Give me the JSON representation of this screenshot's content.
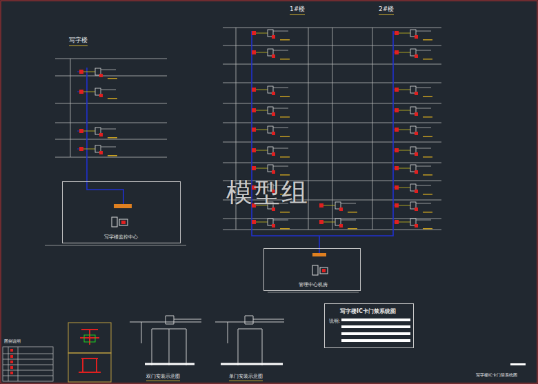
{
  "diagram": {
    "nodes": [
      {
        "text": [
          "写字楼监控中心"
        ]
      },
      {
        "text": [
          "管理中心机房"
        ]
      },
      {
        "text": [
          "写字楼IC卡门禁系统图",
          "说明:"
        ]
      }
    ],
    "labels": [
      "写字楼",
      "1#楼",
      "2#楼",
      "模型组",
      "双门安装示意图",
      "单门安装示意图",
      "图例说明",
      "写字楼IC卡门禁系统图"
    ]
  }
}
